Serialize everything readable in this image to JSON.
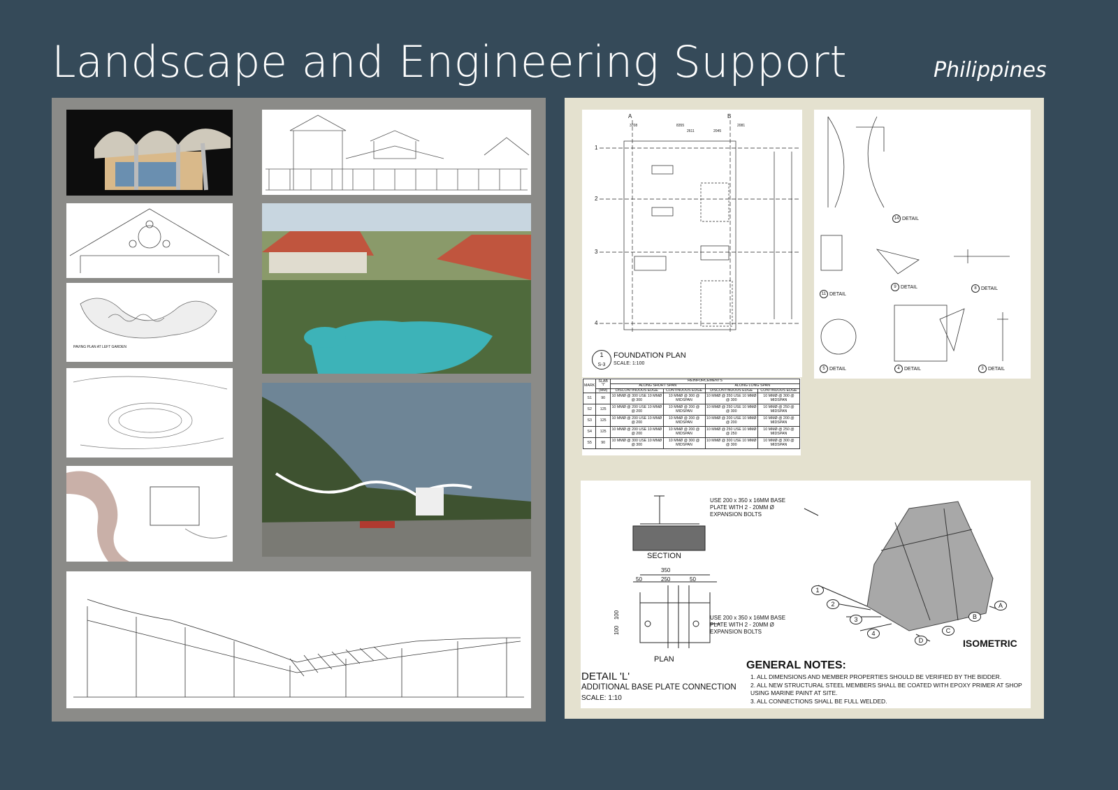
{
  "header": {
    "title": "Landscape and Engineering Support",
    "location": "Philippines"
  },
  "foundation": {
    "title": "FOUNDATION PLAN",
    "number": "1",
    "sheet": "S-3",
    "scale": "SCALE: 1:100",
    "grid_cols": [
      "A",
      "B"
    ],
    "grid_rows": [
      "1",
      "2",
      "3",
      "4"
    ],
    "dims": [
      "3708",
      "8355",
      "2611",
      "2045",
      "2081"
    ]
  },
  "slab_table": {
    "h_mark": "MARK",
    "h_slab": "SLAB \"t\"",
    "h_mm": "(MM)",
    "h_reinf": "REINFORCEMENTS",
    "h_short": "ALONG SHORT SPAN",
    "h_long": "ALONG LONG SPAN",
    "h_disc": "DISCONTINUOUS EDGE",
    "h_cont": "CONTINUOUS EDGE",
    "rows": [
      {
        "mark": "S1",
        "t": "90",
        "s_disc": "10 MMØ @ 300 USE 10 MMØ @ 300",
        "s_cont": "10 MMØ @ 300 @ MIDSPAN",
        "l_disc": "10 MMØ @ 350 USE 10 MMØ @ 300",
        "l_cont": "10 MMØ @ 300 @ MIDSPAN"
      },
      {
        "mark": "S2",
        "t": "125",
        "s_disc": "10 MMØ @ 200 USE 10 MMØ @ 200",
        "s_cont": "10 MMØ @ 200 @ MIDSPAN",
        "l_disc": "10 MMØ @ 250 USE 10 MMØ @ 300",
        "l_cont": "10 MMØ @ 250 @ MIDSPAN"
      },
      {
        "mark": "S3",
        "t": "125",
        "s_disc": "10 MMØ @ 200 USE 10 MMØ @ 200",
        "s_cont": "10 MMØ @ 200 @ MIDSPAN",
        "l_disc": "10 MMØ @ 200 USE 10 MMØ @ 200",
        "l_cont": "10 MMØ @ 200 @ MIDSPAN"
      },
      {
        "mark": "S4",
        "t": "125",
        "s_disc": "10 MMØ @ 200 USE 10 MMØ @ 200",
        "s_cont": "10 MMØ @ 200 @ MIDSPAN",
        "l_disc": "10 MMØ @ 250 USE 10 MMØ @ 250",
        "l_cont": "10 MMØ @ 250 @ MIDSPAN"
      },
      {
        "mark": "S5",
        "t": "90",
        "s_disc": "10 MMØ @ 300 USE 10 MMØ @ 300",
        "s_cont": "10 MMØ @ 300 @ MIDSPAN",
        "l_disc": "10 MMØ @ 300 USE 10 MMØ @ 300",
        "l_cont": "10 MMØ @ 300 @ MIDSPAN"
      }
    ]
  },
  "details": {
    "labels": [
      "DETAIL",
      "DETAIL",
      "DETAIL",
      "DETAIL",
      "DETAIL",
      "DETAIL",
      "DETAIL"
    ],
    "numbers": [
      "14",
      "11",
      "9",
      "8",
      "5",
      "4",
      "3"
    ]
  },
  "detail_l": {
    "section": "SECTION",
    "plan": "PLAN",
    "note_top": "USE 200 x 350 x 16MM BASE PLATE WITH 2 - 20MM Ø EXPANSION BOLTS",
    "note_bottom": "USE 200 x 350 x 16MM BASE PLATE WITH 2 - 20MM Ø EXPANSION BOLTS",
    "dim_total": "350",
    "dim_mid": "250",
    "dim_edge": "50",
    "dim_v": "100",
    "title": "DETAIL 'L'",
    "subtitle": "ADDITIONAL BASE PLATE CONNECTION",
    "scale": "SCALE: 1:10",
    "isometric": "ISOMETRIC",
    "iso_tags": [
      "1",
      "2",
      "3",
      "4",
      "D",
      "C",
      "B",
      "A"
    ]
  },
  "general_notes": {
    "title": "GENERAL NOTES:",
    "items": [
      "1. ALL DIMENSIONS AND MEMBER PROPERTIES SHOULD BE VERIFIED BY THE BIDDER.",
      "2. ALL NEW STRUCTURAL STEEL MEMBERS SHALL BE COATED WITH EPOXY PRIMER AT SHOP USING MARINE PAINT AT SITE.",
      "3. ALL CONNECTIONS SHALL BE FULL WELDED."
    ]
  },
  "paving": {
    "caption": "PAVING PLAN AT LEFT GARDEN"
  }
}
